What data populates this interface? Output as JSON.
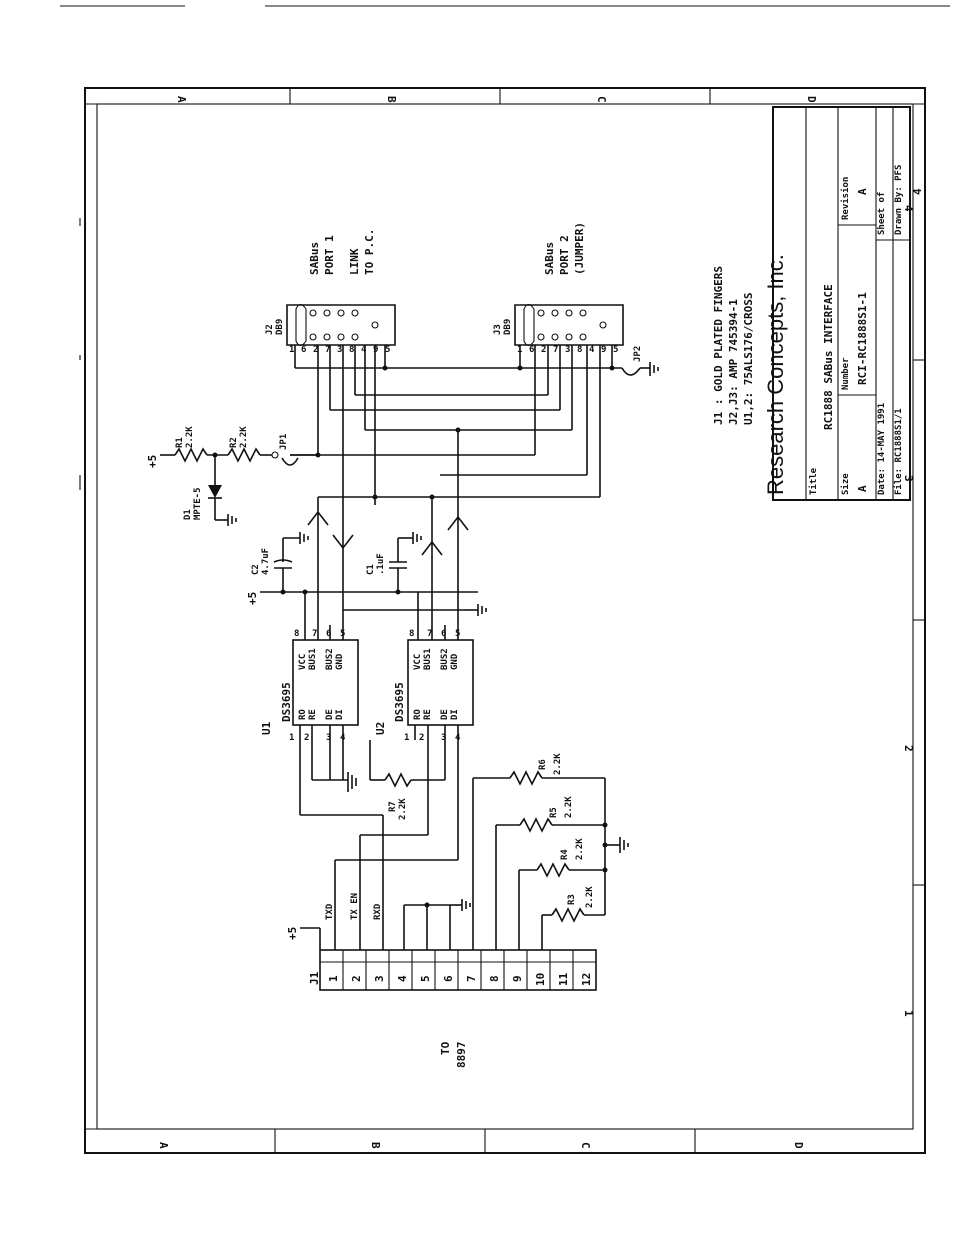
{
  "title_block": {
    "company": "Research Concepts, Inc.",
    "title_label": "Title",
    "title": "RC1888 SABus INTERFACE",
    "size_label": "Size",
    "size": "A",
    "number_label": "Number",
    "number": "RCI-RC1888S1-1",
    "revision_label": "Revision",
    "revision": "A",
    "date": "Date: 14-MAY 1991",
    "sheet": "Sheet      of",
    "file": "File: RC1888S1/1",
    "drawn": "Drawn By: PFS",
    "sheet_num": "4"
  },
  "zones": {
    "top": [
      "A",
      "B",
      "C",
      "D"
    ],
    "bottom": [
      "A",
      "B",
      "C",
      "D"
    ],
    "right": [
      "4",
      "3",
      "2",
      "1"
    ]
  },
  "notes": [
    "J1 : GOLD PLATED FINGERS",
    "J2,J3: AMP 745394-1",
    "U1,2: 75ALS176/CROSS"
  ],
  "connectors": {
    "j2": {
      "ref": "J2",
      "type": "DB9",
      "desc": [
        "SABus",
        "PORT 1",
        "LINK",
        "TO P.C."
      ],
      "pins": [
        "1",
        "2",
        "3",
        "4",
        "5",
        "6",
        "7",
        "8",
        "9"
      ]
    },
    "j3": {
      "ref": "J3",
      "type": "DB9",
      "desc": [
        "SABus",
        "PORT 2",
        "(JUMPER)"
      ],
      "pins": [
        "1",
        "2",
        "3",
        "4",
        "5",
        "6",
        "7",
        "8",
        "9"
      ]
    },
    "j1": {
      "ref": "J1",
      "pins": [
        "1",
        "2",
        "3",
        "4",
        "5",
        "6",
        "7",
        "8",
        "9",
        "10",
        "11",
        "12"
      ],
      "signals": [
        "TXD",
        "TX EN",
        "RXD"
      ],
      "to": [
        "TO",
        "8897"
      ]
    }
  },
  "ics": {
    "u1": {
      "ref": "U1",
      "part": "DS3695",
      "pins_left": [
        "RO",
        "RE",
        "DE",
        "DI"
      ],
      "pins_right": [
        "VCC",
        "BUS1",
        "BUS2",
        "GND"
      ],
      "nums": [
        "1",
        "2",
        "3",
        "4",
        "8",
        "7",
        "6",
        "5"
      ]
    },
    "u2": {
      "ref": "U2",
      "part": "DS3695",
      "pins_left": [
        "RO",
        "RE",
        "DE",
        "DI"
      ],
      "pins_right": [
        "VCC",
        "BUS1",
        "BUS2",
        "GND"
      ],
      "nums": [
        "1",
        "2",
        "3",
        "4",
        "8",
        "7",
        "6",
        "5"
      ]
    }
  },
  "parts": {
    "r1": [
      "R1",
      "2.2K"
    ],
    "r2": [
      "R2",
      "2.2K"
    ],
    "r3": [
      "R3",
      "2.2K"
    ],
    "r4": [
      "R4",
      "2.2K"
    ],
    "r5": [
      "R5",
      "2.2K"
    ],
    "r6": [
      "R6",
      "2.2K"
    ],
    "r7": [
      "R7",
      "2.2K"
    ],
    "c1": [
      "C1",
      ".1uF"
    ],
    "c2": [
      "C2",
      "4.7uF"
    ],
    "d1": [
      "D1",
      "MPTE-5"
    ],
    "jp1": "JP1",
    "jp2": "JP2",
    "vplus": "+5"
  }
}
